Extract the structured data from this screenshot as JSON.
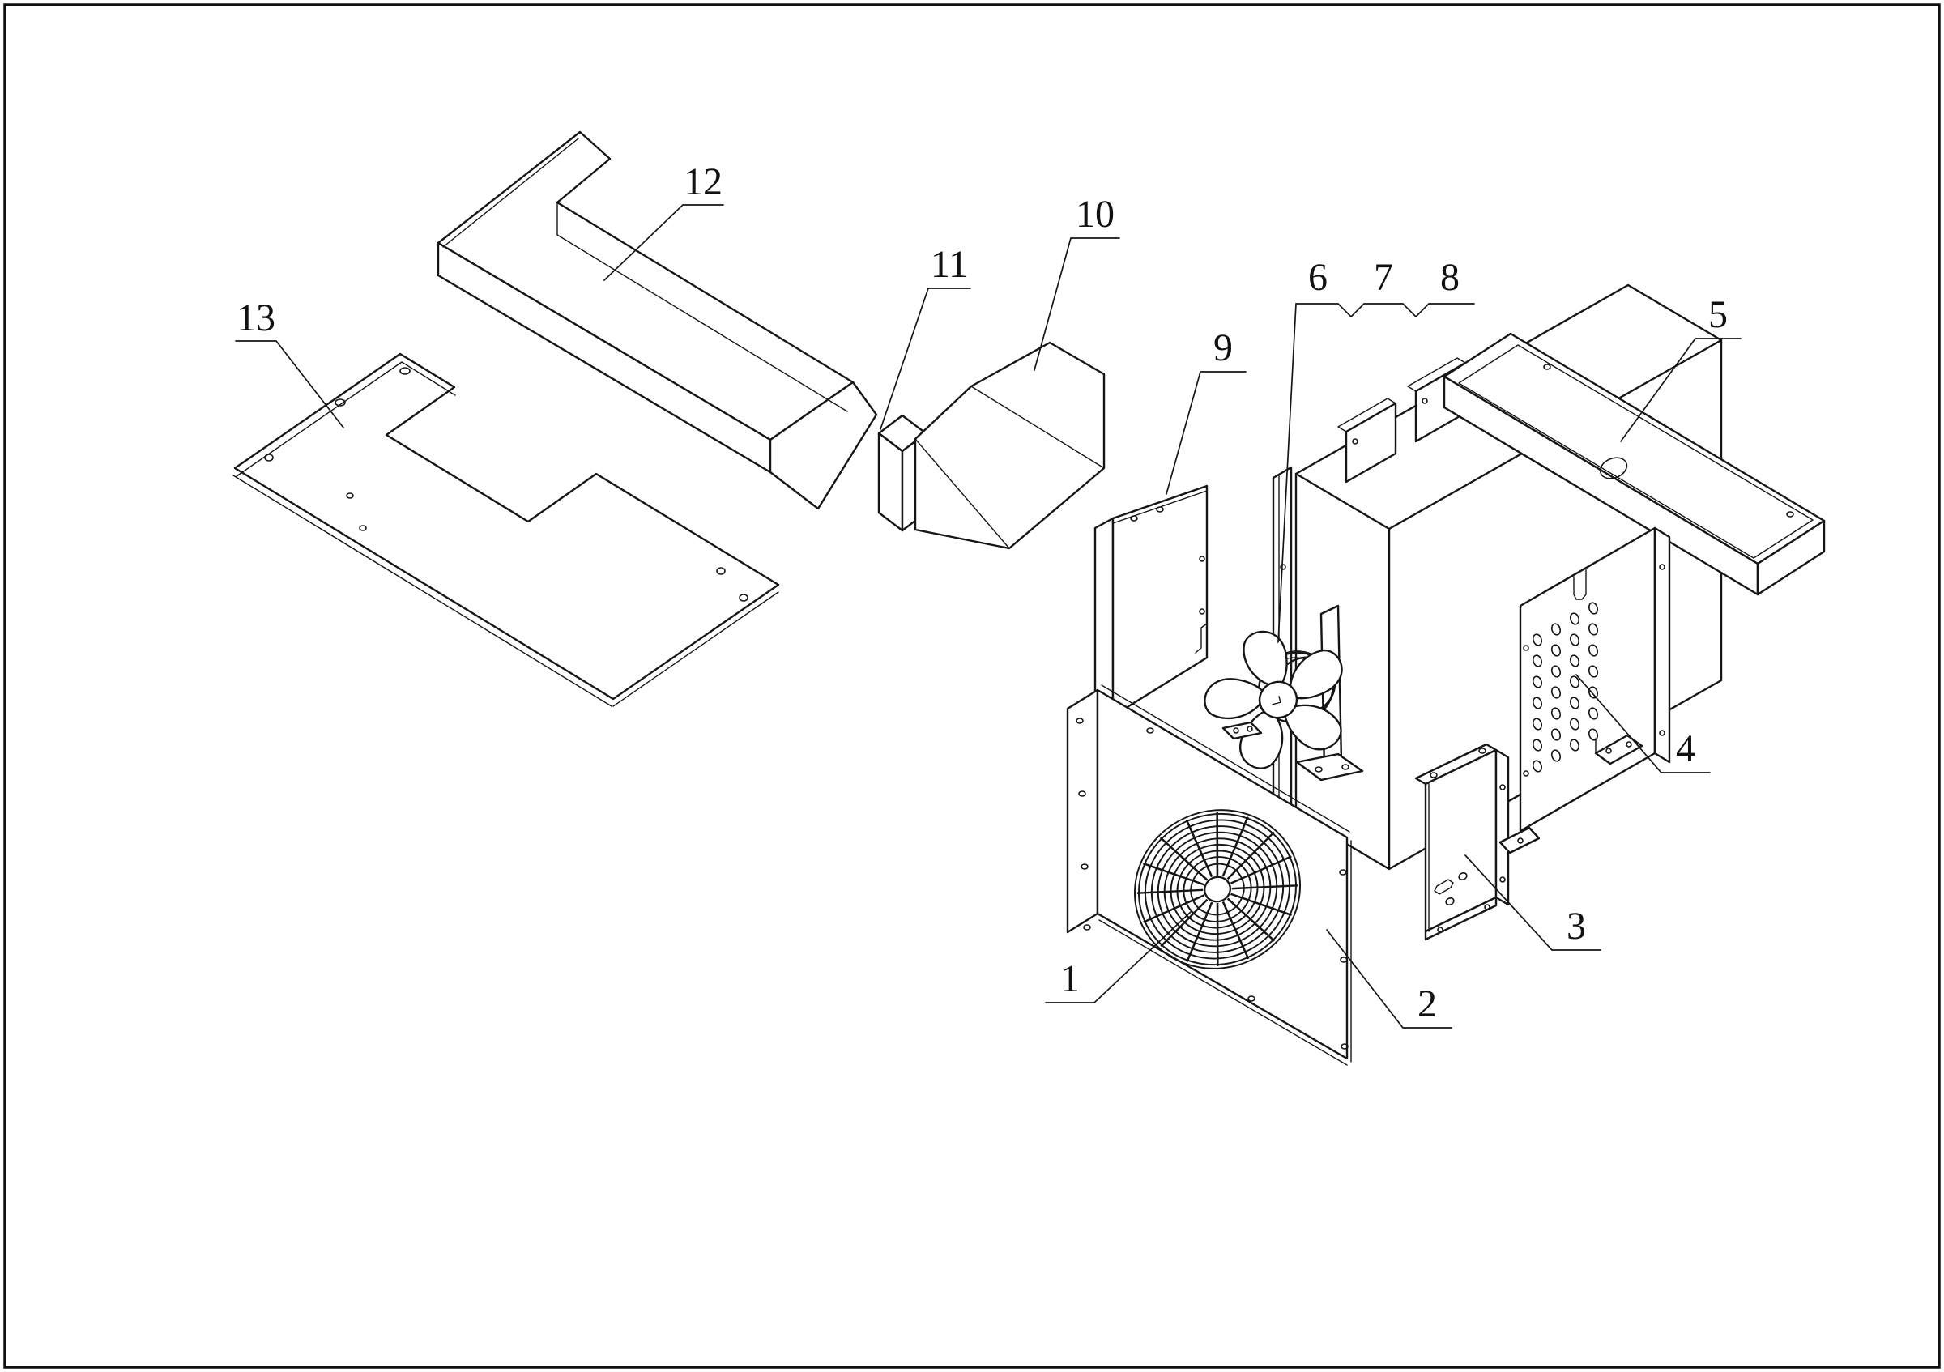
{
  "figure": {
    "labels": [
      {
        "text": "1"
      },
      {
        "text": "2"
      },
      {
        "text": "3"
      },
      {
        "text": "4"
      },
      {
        "text": "5"
      },
      {
        "text": "6"
      },
      {
        "text": "7"
      },
      {
        "text": "8"
      },
      {
        "text": "9"
      },
      {
        "text": "10"
      },
      {
        "text": "11"
      },
      {
        "text": "12"
      },
      {
        "text": "13"
      }
    ]
  }
}
